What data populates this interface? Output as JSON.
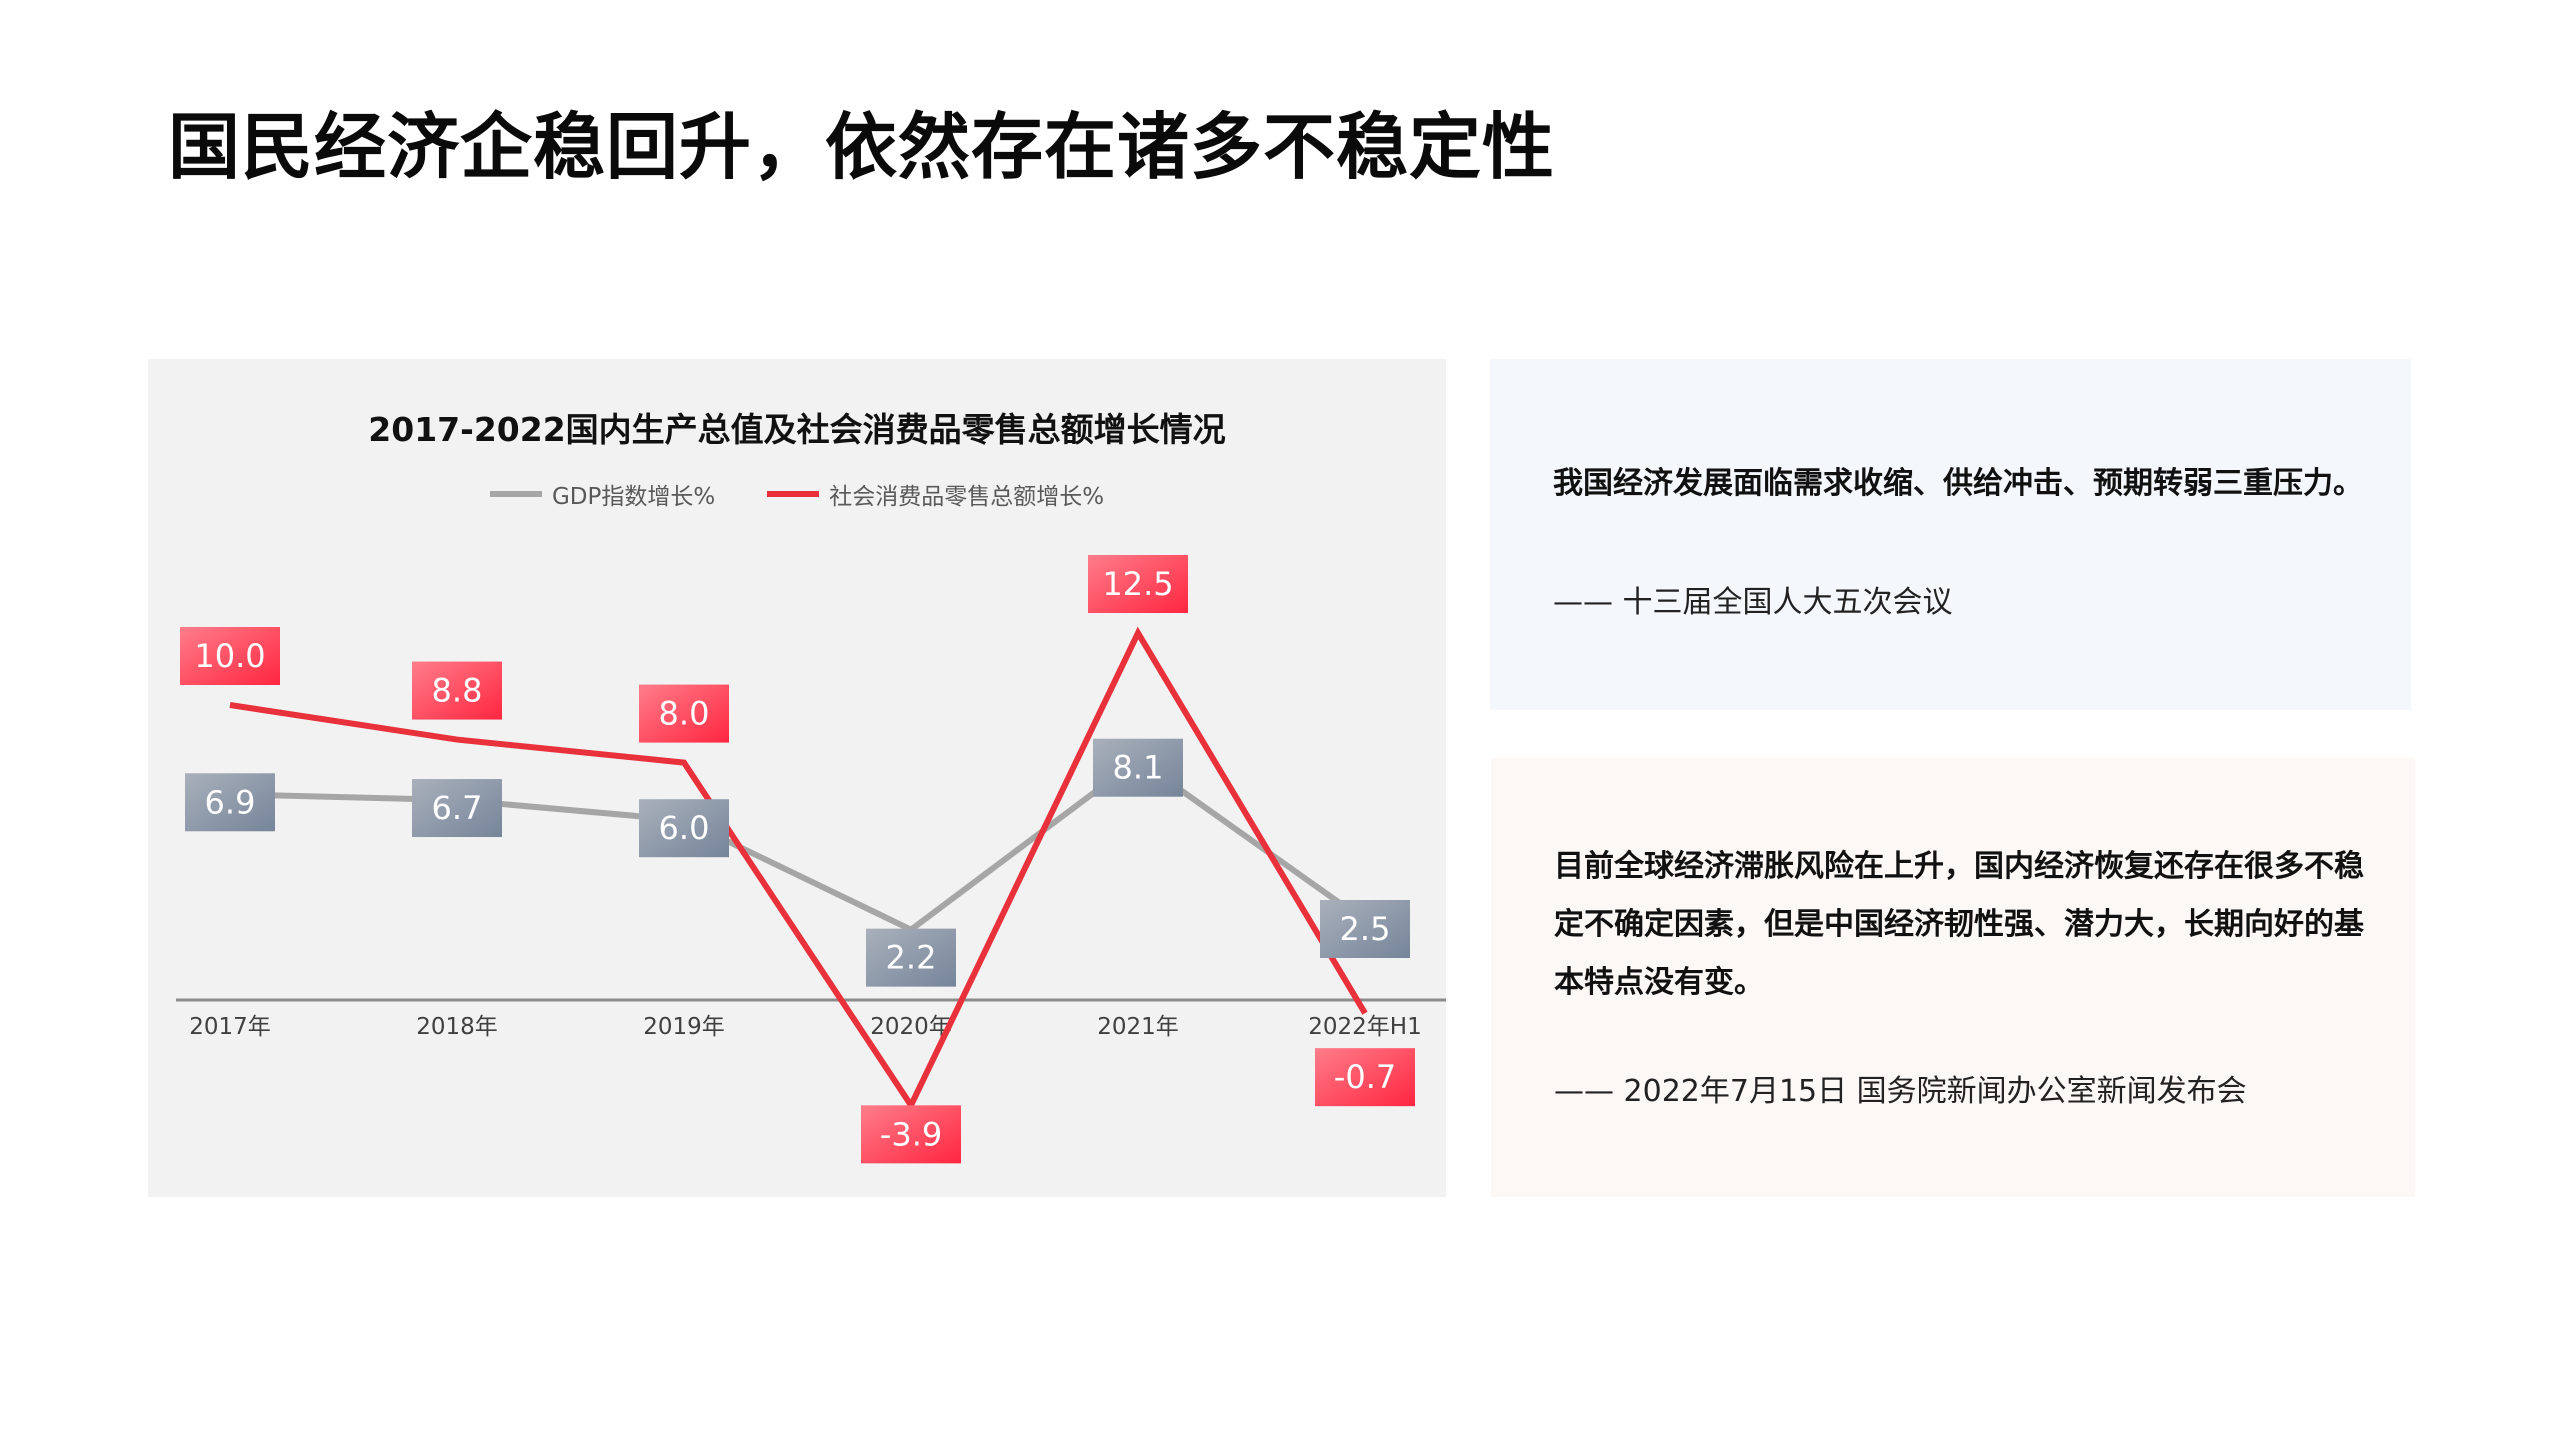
{
  "page": {
    "title": "国民经济企稳回升，依然存在诸多不稳定性"
  },
  "chart": {
    "title": "2017-2022国内生产总值及社会消费品零售总额增长情况",
    "legend": [
      {
        "label": "GDP指数增长%",
        "color": "#a6a6a6"
      },
      {
        "label": "社会消费品零售总额增长%",
        "color": "#e8313b"
      }
    ]
  },
  "chart_data": {
    "type": "line",
    "title": "2017-2022国内生产总值及社会消费品零售总额增长情况",
    "xlabel": "",
    "ylabel": "",
    "categories": [
      "2017年",
      "2018年",
      "2019年",
      "2020年",
      "2021年",
      "2022年H1"
    ],
    "series": [
      {
        "name": "GDP指数增长%",
        "values": [
          6.9,
          6.7,
          6.0,
          2.2,
          8.1,
          2.5
        ],
        "color": "#a6a6a6",
        "label_color_from": "#a9b0bb",
        "label_color_to": "#76859a"
      },
      {
        "name": "社会消费品零售总额增长%",
        "values": [
          10.0,
          8.8,
          8.0,
          -3.9,
          12.5,
          -0.7
        ],
        "color": "#e8313b",
        "label_color_from": "#ff7d8a",
        "label_color_to": "#ff2640"
      }
    ],
    "data_labels": {
      "GDP指数增长%": [
        "6.9",
        "6.7",
        "6.0",
        "2.2",
        "8.1",
        "2.5"
      ],
      "社会消费品零售总额增长%": [
        "10.0",
        "8.8",
        "8.0",
        "-3.9",
        "12.5",
        "-0.7"
      ]
    },
    "legend_position": "top",
    "grid": false,
    "ylim": [
      -5,
      14
    ]
  },
  "quotes": [
    {
      "text": "我国经济发展面临需求收缩、供给冲击、预期转弱三重压力。",
      "source": "—— 十三届全国人大五次会议"
    },
    {
      "text": "目前全球经济滞胀风险在上升，国内经济恢复还存在很多不稳定不确定因素，但是中国经济韧性强、潜力大，长期向好的基本特点没有变。",
      "source": "—— 2022年7月15日 国务院新闻办公室新闻发布会"
    }
  ]
}
